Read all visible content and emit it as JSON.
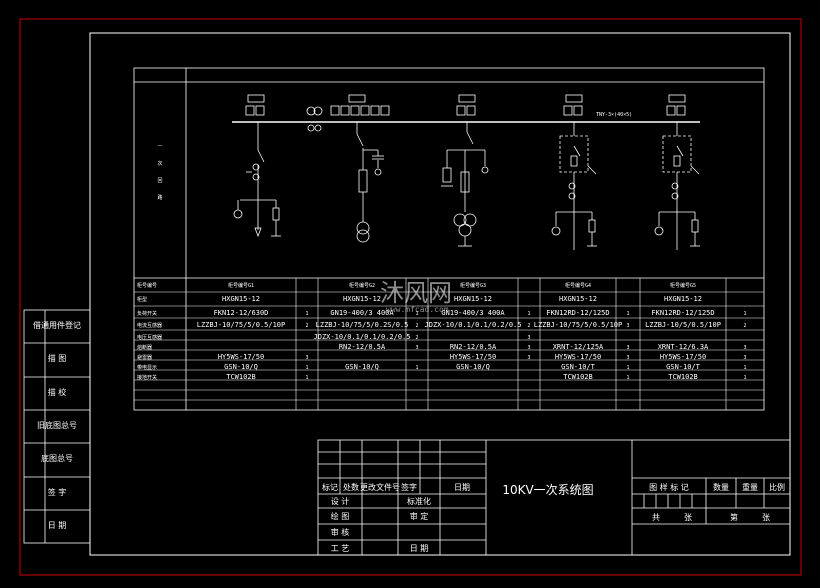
{
  "colors": {
    "background": "#000000",
    "outer_frame": "#cc0000",
    "lines": "#ffffff",
    "table_lines": "#ffffff"
  },
  "side_labels": [
    "借通用件登记",
    "描 图",
    "描 校",
    "旧底图总号",
    "底图总号",
    "签 字",
    "日 期"
  ],
  "left_column_label": [
    "一",
    "次",
    "回",
    "路"
  ],
  "bus_label": "TNY-3×(40×5)",
  "cabinet_ids": [
    "",
    "",
    "",
    "",
    ""
  ],
  "panel_headers": [
    "柜号编号G1",
    "柜号编号G2",
    "柜号编号G3",
    "柜号编号G4",
    "柜号编号G5"
  ],
  "row_labels": [
    "柜号编号",
    "柜型",
    "负荷开关",
    "电流互感器",
    "电压互感器",
    "熔断器",
    "避雷器",
    "带电显示",
    "接地开关"
  ],
  "table_cells": [
    [
      "HXGN15-12",
      "HXGN15-12",
      "HXGN15-12",
      "HXGN15-12",
      "HXGN15-12"
    ],
    [
      "FKN12-12/630D",
      "GN19-400/3 400A",
      "GN19-400/3 400A",
      "FKN12RD-12/125D",
      "FKN12RD-12/125D"
    ],
    [
      "LZZBJ-10/75/5/0.5/10P",
      "LZZBJ-10/75/5/0.2S/0.5",
      "JDZX-10/0.1/0.1/0.2/0.5",
      "LZZBJ-10/75/5/0.5/10P",
      "LZZBJ-10/5/0.5/10P"
    ],
    [
      "",
      "JDZX-10/0.1/0.1/0.2/0.5",
      "",
      "",
      ""
    ],
    [
      "",
      "RN2-12/0.5A",
      "RN2-12/0.5A",
      "XRNT-12/125A",
      "XRNT-12/6.3A"
    ],
    [
      "HY5WS-17/50",
      "",
      "HY5WS-17/50",
      "HY5WS-17/50",
      "HY5WS-17/50"
    ],
    [
      "GSN-10/Q",
      "GSN-10/Q",
      "GSN-10/Q",
      "GSN-10/T",
      "GSN-10/T"
    ],
    [
      "TCW102B",
      "",
      "",
      "TCW102B",
      "TCW102B"
    ]
  ],
  "table_qty": [
    [
      "",
      "",
      "",
      "",
      ""
    ],
    [
      "1",
      "1",
      "1",
      "1",
      "1"
    ],
    [
      "2",
      "2",
      "2",
      "3",
      "2"
    ],
    [
      "",
      "2",
      "3",
      "",
      ""
    ],
    [
      "",
      "3",
      "3",
      "3",
      "3"
    ],
    [
      "3",
      "",
      "3",
      "3",
      "3"
    ],
    [
      "1",
      "1",
      "",
      "1",
      "1"
    ],
    [
      "1",
      "",
      "",
      "1",
      "1"
    ]
  ],
  "title_block": {
    "revision_header": [
      "标记",
      "处数",
      "更改文件号",
      "签字",
      "日期"
    ],
    "left_labels": [
      "设 计",
      "绘 图",
      "审 核",
      "工 艺"
    ],
    "mid_labels": [
      "标准化",
      "审 定",
      "",
      "日 期"
    ],
    "drawing_title": "10KV一次系统图",
    "right_headers": [
      "图 样 标 记",
      "数量",
      "重量",
      "比例"
    ],
    "sheet_labels": [
      "共",
      "张",
      "第",
      "张"
    ]
  },
  "watermark": {
    "text": "沐风网",
    "url": "www.mfcad.com"
  }
}
